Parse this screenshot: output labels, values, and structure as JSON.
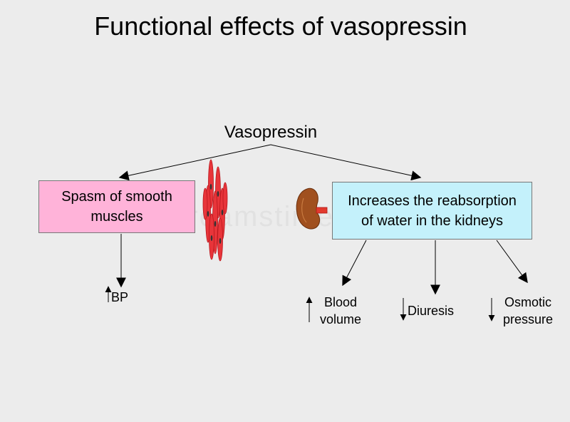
{
  "title": "Functional effects of vasopressin",
  "root_label": "Vasopressin",
  "left_branch": {
    "box_text_line1": "Spasm of smooth",
    "box_text_line2": "muscles",
    "effect_label": "BP",
    "effect_direction": "up"
  },
  "right_branch": {
    "box_text_line1": "Increases the reabsorption",
    "box_text_line2": "of water in the kidneys",
    "effects": [
      {
        "line1": "Blood",
        "line2": "volume",
        "direction": "up"
      },
      {
        "line1": "Diuresis",
        "line2": "",
        "direction": "down"
      },
      {
        "line1": "Osmotic",
        "line2": "pressure",
        "direction": "down"
      }
    ]
  },
  "watermark": "dreamstime",
  "icons": {
    "muscle": "smooth-muscle-cells-icon",
    "kidney": "kidney-icon"
  },
  "colors": {
    "background": "#ececec",
    "left_box": "#ffb3d9",
    "right_box": "#c4f1fb",
    "muscle": "#e8353a",
    "kidney": "#9b4a1b",
    "kidney_duct": "#e23a2e"
  }
}
